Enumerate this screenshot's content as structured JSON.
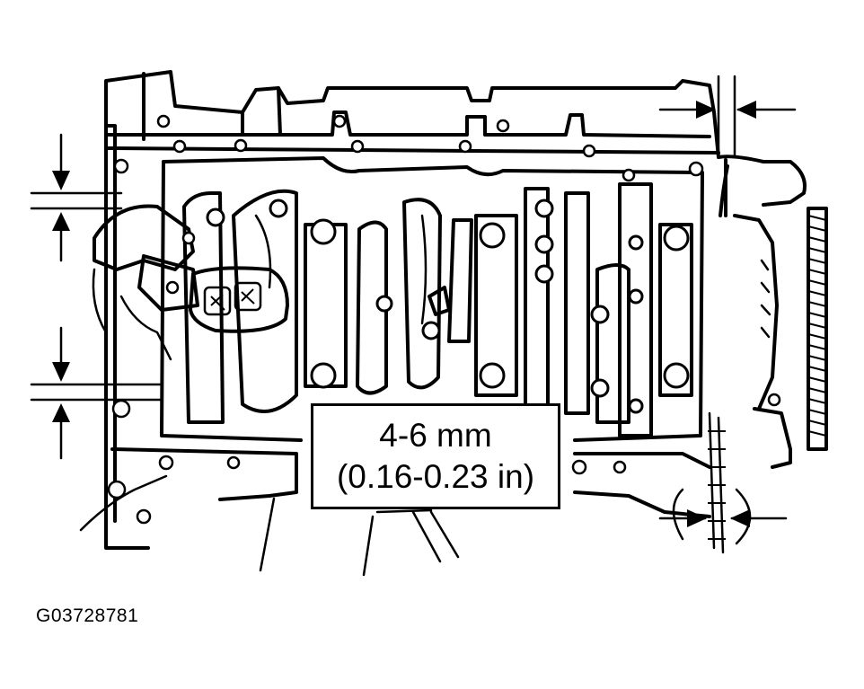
{
  "spec_label": {
    "metric": "4-6 mm",
    "imperial": "(0.16-0.23 in)"
  },
  "figure_id": "G03728781"
}
